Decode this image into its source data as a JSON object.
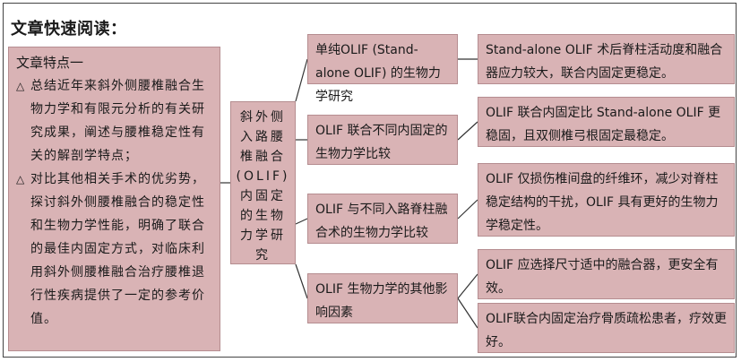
{
  "title": "文章快速阅读：",
  "features": {
    "heading": "文章特点一",
    "items": [
      "总结近年来斜外侧腰椎融合生物力学和有限元分析的有关研究成果，阐述与腰椎稳定性有关的解剖学特点；",
      "对比其他相关手术的优劣势，探讨斜外侧腰椎融合的稳定性和生物力学性能，明确了联合的最佳内固定方式，对临床利用斜外侧腰椎融合治疗腰椎退行性疾病提供了一定的参考价值。"
    ]
  },
  "center": "斜外侧入路腰椎融合(OLIF)内固定的生物力学研究",
  "topics": [
    "单纯OLIF (Stand-alone OLIF) 的生物力学研究",
    "OLIF 联合不同内固定的生物力学比较",
    "OLIF 与不同入路脊柱融合术的生物力学比较",
    "OLIF 生物力学的其他影响因素"
  ],
  "results": [
    "Stand-alone OLIF 术后脊柱活动度和融合器应力较大，联合内固定更稳定。",
    "OLIF 联合内固定比 Stand-alone OLIF 更稳固，且双侧椎弓根固定最稳定。",
    "OLIF 仅损伤椎间盘的纤维环，减少对脊柱稳定结构的干扰，OLIF 具有更好的生物力学稳定性。",
    "OLIF 应选择尺寸适中的融合器，更安全有效。",
    "OLIF联合内固定治疗骨质疏松患者，疗效更好。"
  ],
  "colors": {
    "box_fill": "#d9b3b5",
    "box_border": "#b58d90",
    "line": "#333333"
  }
}
